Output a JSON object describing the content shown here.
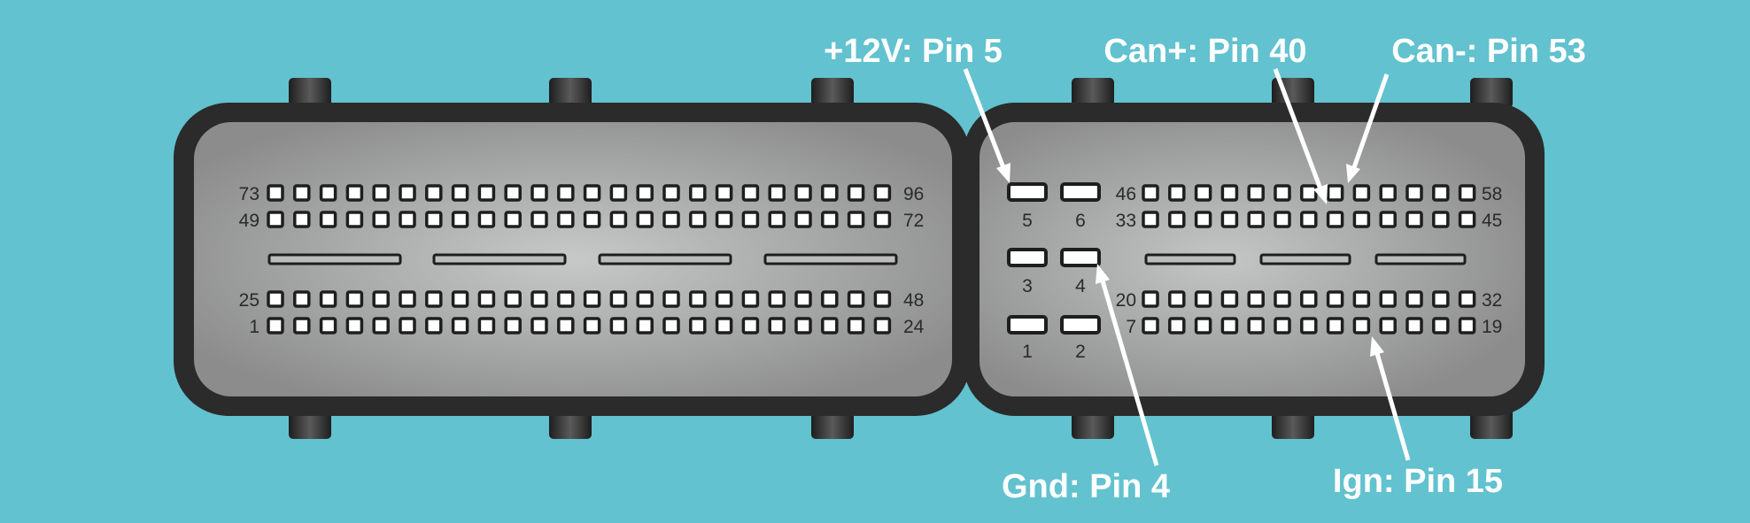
{
  "colors": {
    "background": "#62c2cf",
    "housing": "#2b2b2b",
    "face_light": "#c7c9c9",
    "face_dark": "#8c8c8c",
    "pin_fill": "#ffffff",
    "pin_outline": "#1e1e1e",
    "callout": "#ffffff"
  },
  "large_connector": {
    "row_labels": {
      "row1_left": "73",
      "row1_right": "96",
      "row2_left": "49",
      "row2_right": "72",
      "row3_left": "25",
      "row3_right": "48",
      "row4_left": "1",
      "row4_right": "24"
    }
  },
  "small_connector": {
    "big_pins": {
      "p5": "5",
      "p6": "6",
      "p3": "3",
      "p4": "4",
      "p1": "1",
      "p2": "2"
    },
    "row_labels": {
      "row1_left": "46",
      "row1_right": "58",
      "row2_left": "33",
      "row2_right": "45",
      "row3_left": "20",
      "row3_right": "32",
      "row4_left": "7",
      "row4_right": "19"
    }
  },
  "callouts": {
    "v12": "+12V: Pin 5",
    "can_plus": "Can+: Pin 40",
    "can_minus": "Can-: Pin 53",
    "gnd": "Gnd: Pin 4",
    "ign": "Ign: Pin 15"
  }
}
